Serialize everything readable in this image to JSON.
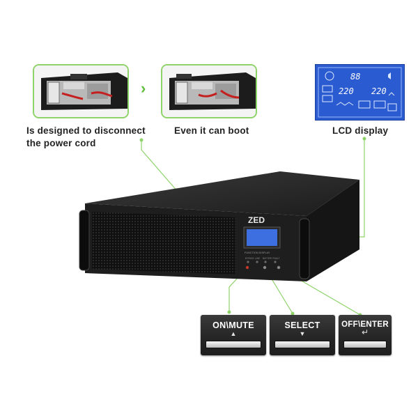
{
  "features": [
    {
      "caption_line1": "Is designed to disconnect",
      "caption_line2": "the power cord"
    },
    {
      "caption_line1": "Even it can boot"
    },
    {
      "caption_line1": "LCD display"
    }
  ],
  "arrow_glyph": "›",
  "brand": "ZED",
  "panel_label": "FUNCTION DISPLAY",
  "indicator_labels": [
    "BYPASS",
    "LINE",
    "BATTERY",
    "FAULT"
  ],
  "lcd_values": [
    "88",
    "220",
    "220"
  ],
  "buttons": [
    {
      "label": "ON\\MUTE",
      "glyph": "▲"
    },
    {
      "label": "SELECT",
      "glyph": "▼"
    },
    {
      "label": "OFF\\ENTER",
      "glyph": "↵"
    }
  ],
  "colors": {
    "accent_green": "#8ed36a",
    "lcd_blue": "#2a5bd0",
    "device_body": "#1a1a1a"
  }
}
